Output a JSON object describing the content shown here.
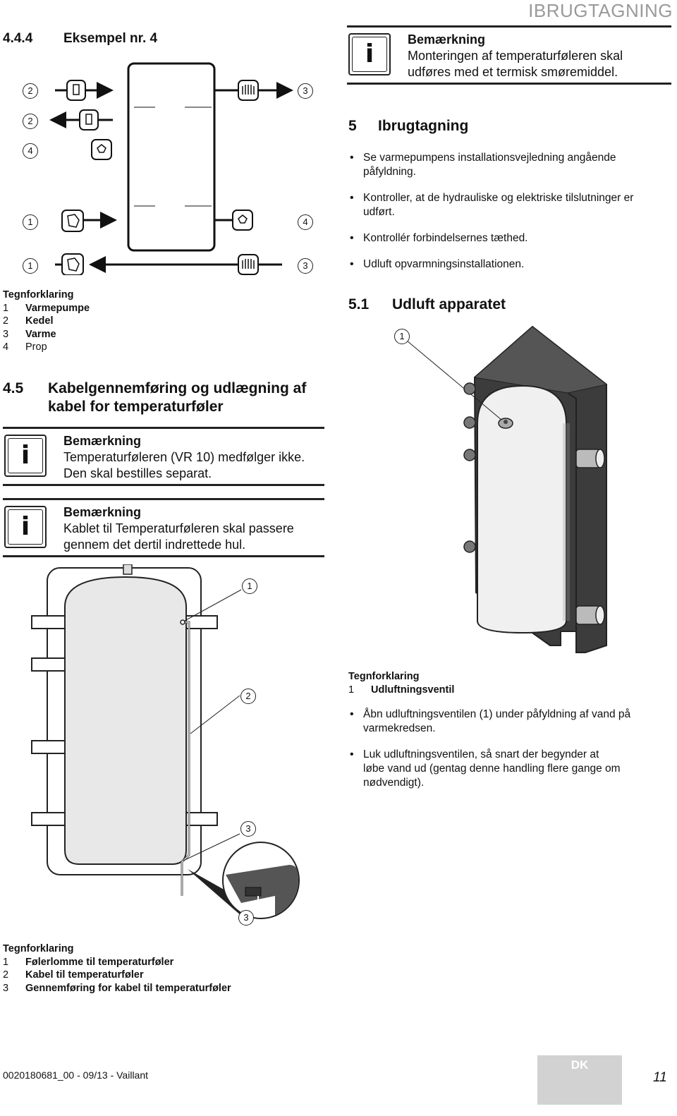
{
  "header": {
    "section": "IBRUGTAGNING"
  },
  "left": {
    "example": {
      "number": "4.4.4",
      "title": "Eksempel nr. 4"
    },
    "example_figure": {
      "callouts": [
        "2",
        "2",
        "4",
        "1",
        "1",
        "3",
        "4",
        "3"
      ]
    },
    "example_legend": {
      "title": "Tegnforklaring",
      "items": [
        {
          "n": "1",
          "label": "Varmepumpe"
        },
        {
          "n": "2",
          "label": "Kedel"
        },
        {
          "n": "3",
          "label": "Varme"
        },
        {
          "n": "4",
          "label": "Prop"
        }
      ]
    },
    "section_45": {
      "number": "4.5",
      "title_line1": "Kabelgennemføring og udlægning af",
      "title_line2": "kabel for temperaturføler"
    },
    "note1": {
      "icon": "info-icon",
      "title": "Bemærkning",
      "line1": "Temperaturføleren (VR 10) medfølger ikke.",
      "line2": "Den skal bestilles separat."
    },
    "note2": {
      "icon": "info-icon",
      "title": "Bemærkning",
      "line1": "Kablet til Temperaturføleren skal passere",
      "line2": "gennem det dertil indrettede hul."
    },
    "cable_figure": {
      "callouts": [
        "1",
        "2",
        "3",
        "3"
      ]
    },
    "cable_legend": {
      "title": "Tegnforklaring",
      "items": [
        {
          "n": "1",
          "label": "Følerlomme til temperaturføler"
        },
        {
          "n": "2",
          "label": "Kabel til temperaturføler"
        },
        {
          "n": "3",
          "label": "Gennemføring for kabel til temperaturføler"
        }
      ]
    }
  },
  "right": {
    "note_top": {
      "icon": "info-icon",
      "title": "Bemærkning",
      "line1": "Monteringen af temperaturføleren skal",
      "line2": "udføres med et termisk smøremiddel."
    },
    "section_5": {
      "number": "5",
      "title": "Ibrugtagning",
      "bullets": [
        {
          "line1": "Se varmepumpens installationsvejledning angående",
          "line2": "påfyldning."
        },
        {
          "line1": "Kontroller, at de hydrauliske og elektriske tilslutninger er",
          "line2": "udført."
        },
        {
          "line1": "Kontrollér forbindelsernes tæthed.",
          "line2": ""
        },
        {
          "line1": "Udluft opvarmningsinstallationen.",
          "line2": ""
        }
      ]
    },
    "section_51": {
      "number": "5.1",
      "title": "Udluft apparatet",
      "callout": "1"
    },
    "vent_legend": {
      "title": "Tegnforklaring",
      "items": [
        {
          "n": "1",
          "label": "Udluftningsventil"
        }
      ]
    },
    "vent_bullets": [
      {
        "line1": "Åbn udluftningsventilen (1) under påfyldning af vand på",
        "line2": "varmekredsen.",
        "line3": ""
      },
      {
        "line1": "Luk udluftningsventilen, så snart der begynder at",
        "line2": "løbe vand ud (gentag denne handling flere gange om",
        "line3": "nødvendigt)."
      }
    ]
  },
  "footer": {
    "doc_id": "0020180681_00 - 09/13 - Vaillant",
    "lang": "DK",
    "page": "11"
  }
}
